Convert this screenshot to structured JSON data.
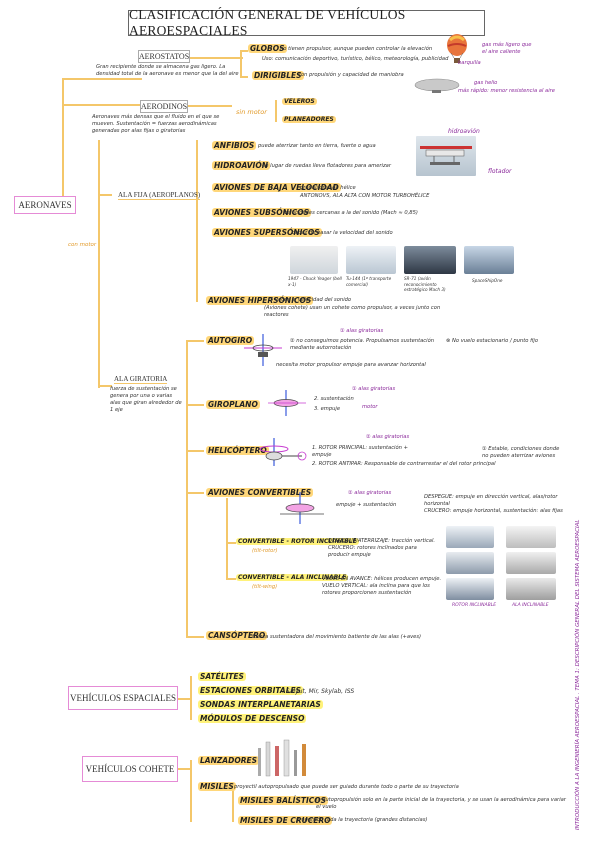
{
  "title": "CLASIFICACIÓN GENERAL DE VEHÍCULOS AEROESPACIALES",
  "root": "AERONAVES",
  "aerostatos": {
    "label": "AEROSTATOS",
    "desc": "Gran recipiente donde se almacena gas ligero. La densidad total de la aeronave es menor que la del aire",
    "globos": {
      "label": "GLOBOS",
      "desc1": "no tienen propulsor, aunque pueden controlar la elevación",
      "desc2": "Uso: comunicación deportivo, turístico, bélico, meteorología, publicidad",
      "note": "gas más ligero que el aire caliente",
      "name": "barquilla"
    },
    "dirigibles": {
      "label": "DIRIGIBLES",
      "desc": "con propulsión y capacidad de maniobra",
      "note1": "gas helio",
      "note2": "más rápido: menor resistencia al aire"
    }
  },
  "aerodinos": {
    "label": "AERODINOS",
    "desc": "Aeronaves más densas que el fluido en el que se mueven. Sustentación = fuerzas aerodinámicas generadas por alas fijas o giratorias",
    "sin_motor": {
      "label": "sin motor",
      "items": [
        "VELEROS",
        "PLANEADORES"
      ]
    },
    "ala_fija": {
      "label": "ALA FIJA (AEROPLANOS)",
      "con_motor": "con motor",
      "items": [
        {
          "label": "ANFIBIOS",
          "desc": "puede aterrizar tanto en tierra, fuerte o agua"
        },
        {
          "label": "HIDROAVIÓN",
          "desc": "en lugar de ruedas lleva flotadores para amerizar"
        },
        {
          "label": "AVIONES DE BAJA VELOCIDAD",
          "desc": "propulsores de hélice",
          "desc2": "ANTONOVS, ALA ALTA CON MOTOR TURBOHÉLICE"
        },
        {
          "label": "AVIONES SUBSÓNICOS",
          "desc": "velocidades cercanas a la del sonido (Mach ≈ 0,85)"
        },
        {
          "label": "AVIONES SUPERSÓNICOS",
          "desc": "capaz de pasar la velocidad del sonido"
        },
        {
          "label": "AVIONES HIPERSÓNICOS",
          "desc": "5 veces la velocidad del sonido",
          "desc2": "(Aviones cohete) usan un cohete como propulsor, a veces junto con reactores"
        }
      ],
      "photo_labels": {
        "hidroavion": "hidroavión",
        "flotador": "flotador"
      },
      "supersonic_names": [
        "1947 - Chuck Yeager (bell x-1)",
        "Tu-144 (1º transporte comercial)",
        "SR-71 (avión reconocimiento estratégico Mach 3)",
        "SpaceShipOne"
      ]
    },
    "ala_giratoria": {
      "label": "ALA GIRATORIA",
      "desc": "fuerza de sustentación se genera por una o varias alas que giran alrededor de 1 eje",
      "items": [
        {
          "label": "AUTOGIRO",
          "desc1": "① alas giratorias",
          "desc2": "② no conseguimos potencia. Propulsamos sustentación mediante autorrotación",
          "desc3": "⊗ No vuelo estacionario / punto fijo",
          "desc4": "necesita motor propulsor empuje para avanzar horizontal"
        },
        {
          "label": "GIROPLANO",
          "desc1": "① alas giratorias",
          "desc2": "2. sustentación",
          "desc3": "motor",
          "desc4": "3. empuje"
        },
        {
          "label": "HELICÓPTERO",
          "desc1": "② alas giratorias",
          "desc2": "1. ROTOR PRINCIPAL: sustentación + empuje",
          "desc3": "2. ROTOR ANTIPAR: Responsable de contrarrestar el del rotor principal",
          "desc4": "① Estable, condiciones donde no pueden aterrizar aviones"
        },
        {
          "label": "AVIONES CONVERTIBLES",
          "desc1": "② alas giratorias",
          "desc2": "empuje + sustentación",
          "desc3": "DESPEGUE: empuje en dirección vertical, alas/rotor horizontal",
          "desc4": "CRUCERO: empuje horizontal, sustentación: alas fijas"
        },
        {
          "label": "CONVERTIBLE - ROTOR INCLINABLE",
          "sub": "(tilt-rotor)",
          "desc": "DESPEGUE/ATERRIZAJE: tracción vertical. CRUCERO: rotores inclinados para producir empuje"
        },
        {
          "label": "CONVERTIBLE - ALA INCLINABLE",
          "sub": "(tilt-wing)",
          "desc": "VUELO EN AVANCE: hélices producen empuje. VUELO VERTICAL: ala inclina para que los rotores proporcionen sustentación"
        },
        {
          "label": "CANSÓPTERO",
          "desc": "fuerza sustentadora del movimiento batiente de las alas (+aves)"
        }
      ],
      "photo_labels": [
        "ROTOR INCLINABLE",
        "ALA INCLINABLE"
      ]
    }
  },
  "espaciales": {
    "label": "VEHÍCULOS ESPACIALES",
    "items": [
      "SATÉLITES",
      "ESTACIONES ORBITALES",
      "SONDAS INTERPLANETARIAS",
      "MÓDULOS DE DESCENSO"
    ],
    "estaciones_desc": ": Salyut, Mir, Skylab, ISS"
  },
  "cohete": {
    "label": "VEHÍCULOS COHETE",
    "items": [
      {
        "label": "LANZADORES"
      },
      {
        "label": "MISILES",
        "desc": "proyectil autopropulsado que puede ser guiado durante todo o parte de su trayectoria"
      },
      {
        "label": "MISILES BALÍSTICOS",
        "desc": "la autopropulsión solo en la parte inicial de la trayectoria, y se usan la aerodinámica para variar el vuelo"
      },
      {
        "label": "MISILES DE CRUCERO",
        "desc": "propulsión toda la trayectoria (grandes distancias)"
      }
    ]
  },
  "side_text": "INTRODUCCIÓN A LA INGENIERÍA AEROESPACIAL . TEMA 1: DESCRIPCIÓN GENERAL DEL SISTEMA AEROESPACIAL"
}
